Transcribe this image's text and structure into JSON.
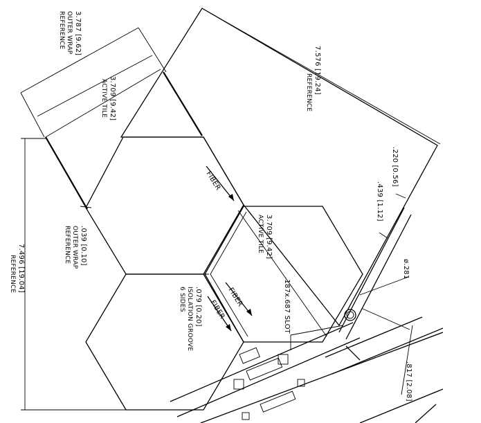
{
  "drawing": {
    "dim_outer_wrap_top": {
      "value": "3.787 [9.62]",
      "line2": "OUTER WRAP",
      "line3": "REFERENCE"
    },
    "dim_active_tile_top": {
      "value": "3.709 [9.42]",
      "line2": "ACTIVE TILE"
    },
    "dim_overall_top": {
      "value": "7.576 [19.24]",
      "line2": "REFERENCE"
    },
    "dim_overall_left": {
      "value": "7.496 [19.04]",
      "line2": "REFERENCE"
    },
    "dim_outer_wrap_small": {
      "value": ".039 [0.10]",
      "line2": "OUTER WRAP",
      "line3": "REFERENCE"
    },
    "dim_active_tile_mid": {
      "value": "3.709 [9.42]",
      "line2": "ACTIVE TILE"
    },
    "dim_isolation_groove": {
      "value": ".079 [0.20]",
      "line2": "ISOLATION GROOVE",
      "line3": "6 SIDES"
    },
    "dim_slot": {
      "value": ".187x.687 SLOT"
    },
    "dim_right_1": {
      "value": ".220 [0.56]"
    },
    "dim_right_2": {
      "value": ".439 [1.12]"
    },
    "dim_hole": {
      "value": "ø.281"
    },
    "dim_right_3": {
      "value": ".817 [2.08]"
    },
    "fiber_label_1": "FIBER",
    "fiber_label_2": "FIBER",
    "fiber_label_3": "FIBER"
  }
}
